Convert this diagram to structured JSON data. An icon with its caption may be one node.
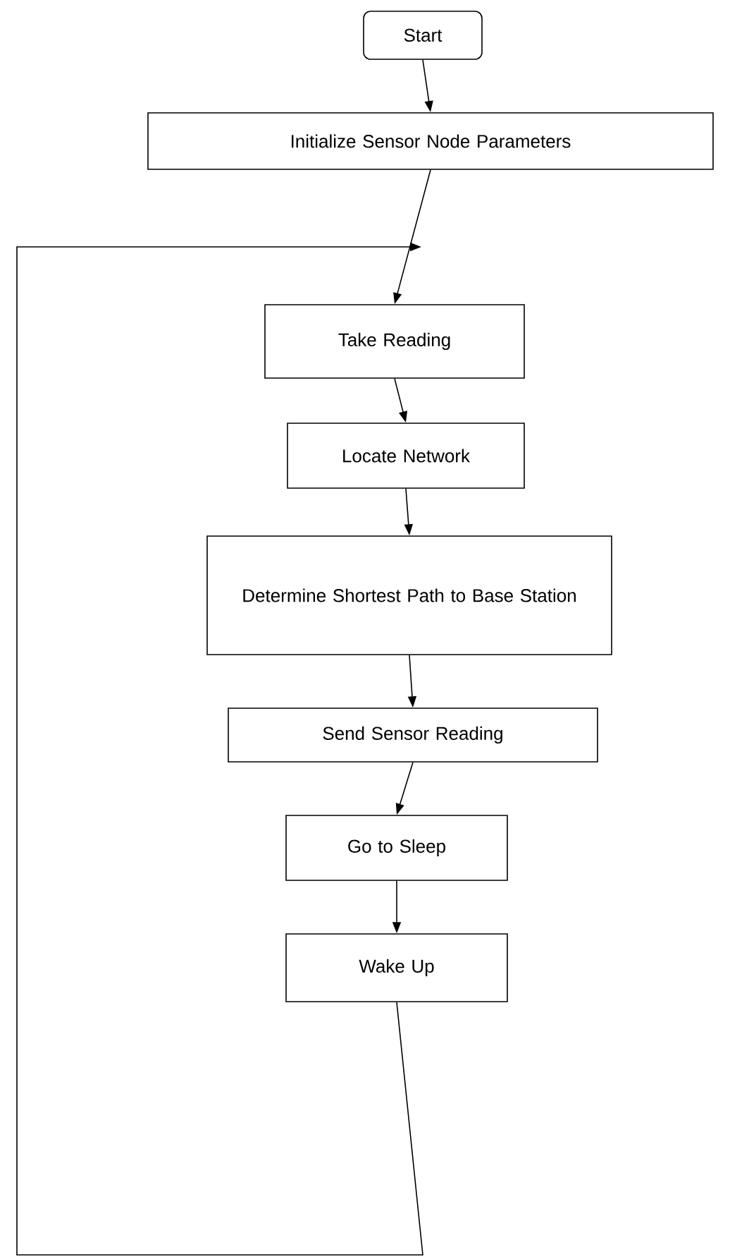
{
  "diagram": {
    "nodes": [
      {
        "text": [
          "Start"
        ]
      },
      {
        "text": [
          "Initialize Sensor Node Parameters"
        ]
      },
      {
        "text": [
          "Take Reading"
        ]
      },
      {
        "text": [
          "Locate Network"
        ]
      },
      {
        "text": [
          "Determine Shortest Path to Base Station"
        ]
      },
      {
        "text": [
          "Send Sensor Reading"
        ]
      },
      {
        "text": [
          "Go to Sleep"
        ]
      },
      {
        "text": [
          "Wake Up"
        ]
      }
    ],
    "edges": [
      {
        "from": 0,
        "to": 1,
        "arrow": "to"
      },
      {
        "from": 1,
        "to": 2,
        "arrow": "to"
      },
      {
        "from": 7,
        "to": 2,
        "arrow": "to"
      },
      {
        "from": 2,
        "to": 3,
        "arrow": "to"
      },
      {
        "from": 3,
        "to": 4,
        "arrow": "to"
      },
      {
        "from": 4,
        "to": 5,
        "arrow": "to"
      },
      {
        "from": 5,
        "to": 6,
        "arrow": "to"
      },
      {
        "from": 6,
        "to": 7,
        "arrow": "to"
      }
    ]
  }
}
